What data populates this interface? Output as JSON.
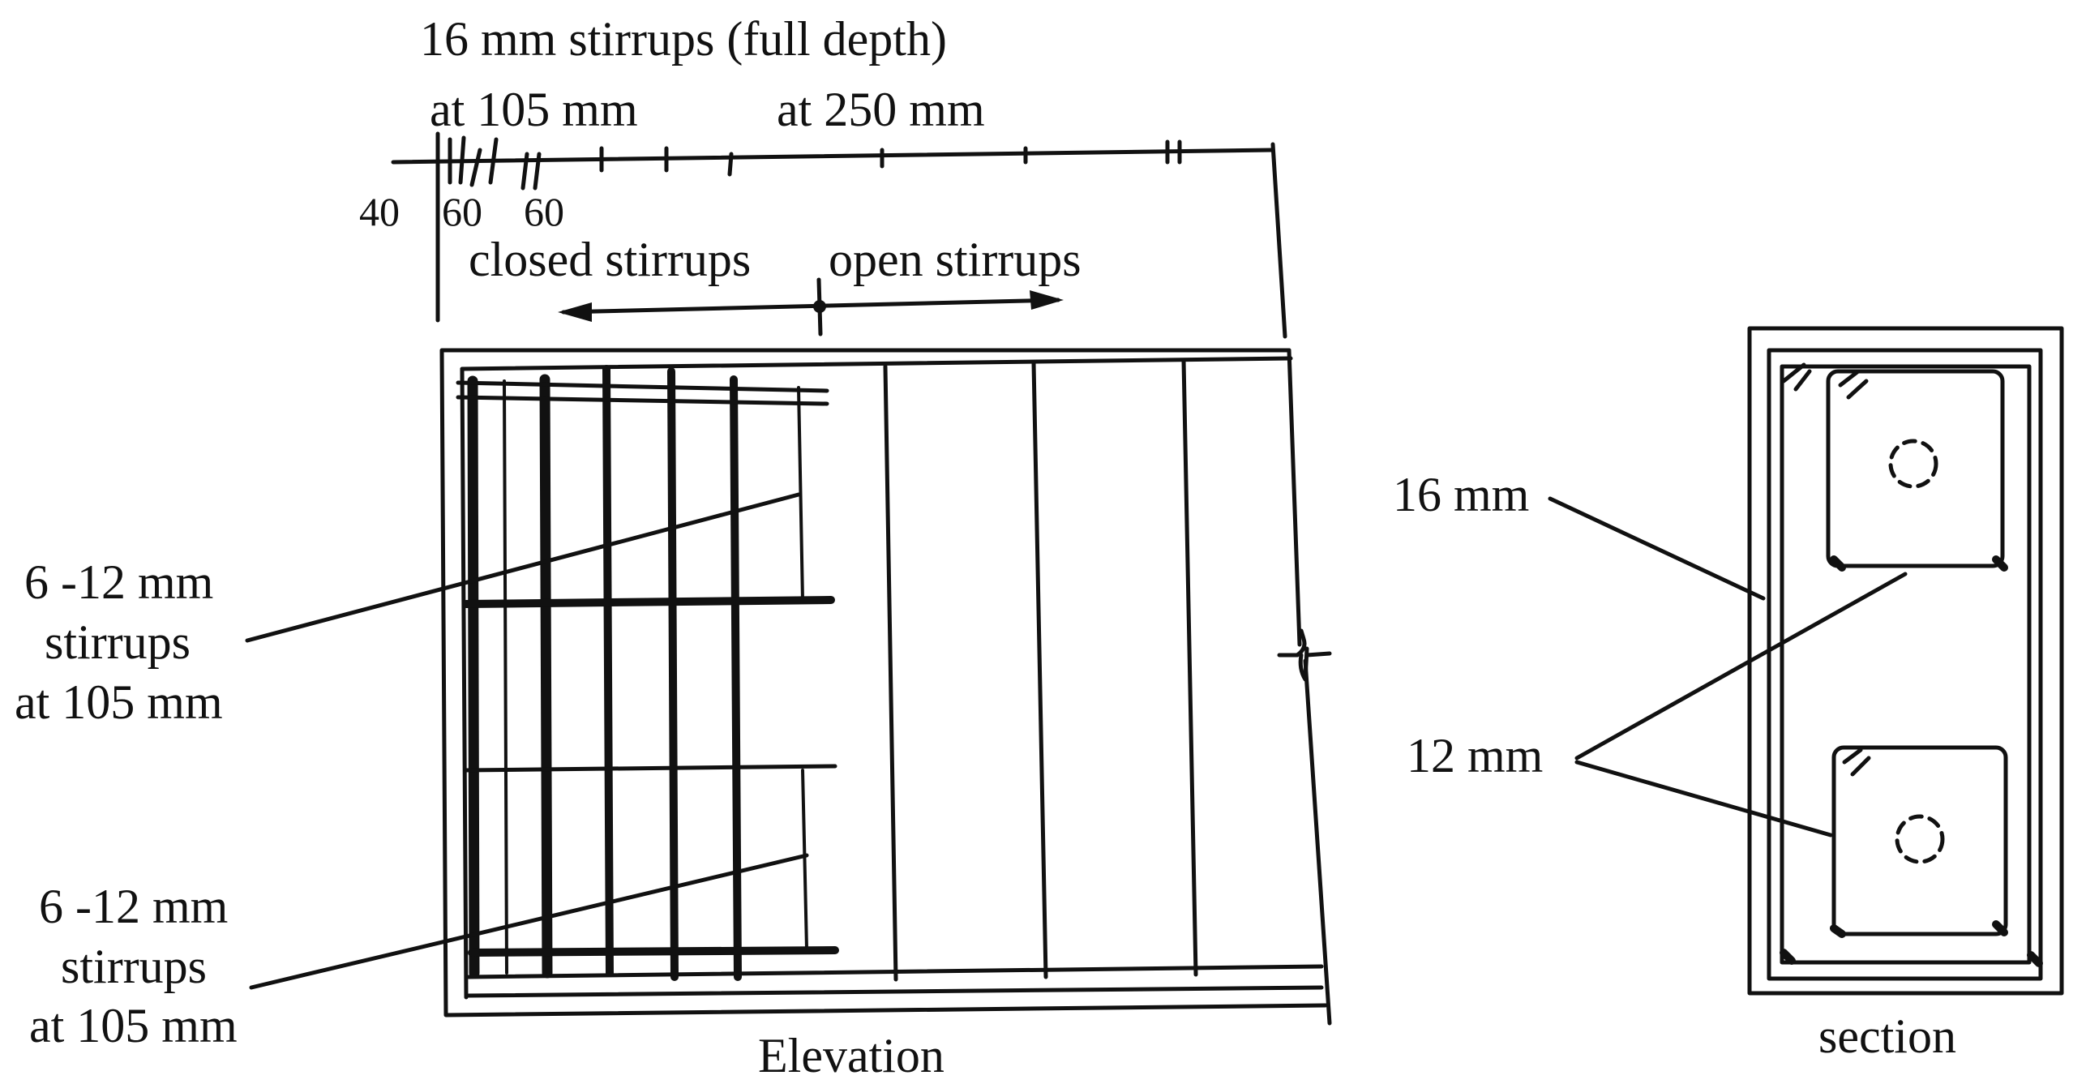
{
  "top_annotations": {
    "stirrups_full_depth": "16 mm stirrups (full depth)",
    "spacing_close": "at 105 mm",
    "spacing_wide": "at 250 mm",
    "dim_40": "40",
    "dim_60_a": "60",
    "dim_60_b": "60",
    "closed_stirrups": "closed stirrups",
    "open_stirrups": "open stirrups"
  },
  "left_labels": {
    "upper": [
      "6 -12 mm",
      "stirrups",
      "at 105 mm"
    ],
    "lower": [
      "6 -12 mm",
      "stirrups",
      "at 105 mm"
    ]
  },
  "section_labels": {
    "bar_16": "16 mm",
    "bar_12": "12 mm"
  },
  "captions": {
    "elevation": "Elevation",
    "section": "section"
  }
}
